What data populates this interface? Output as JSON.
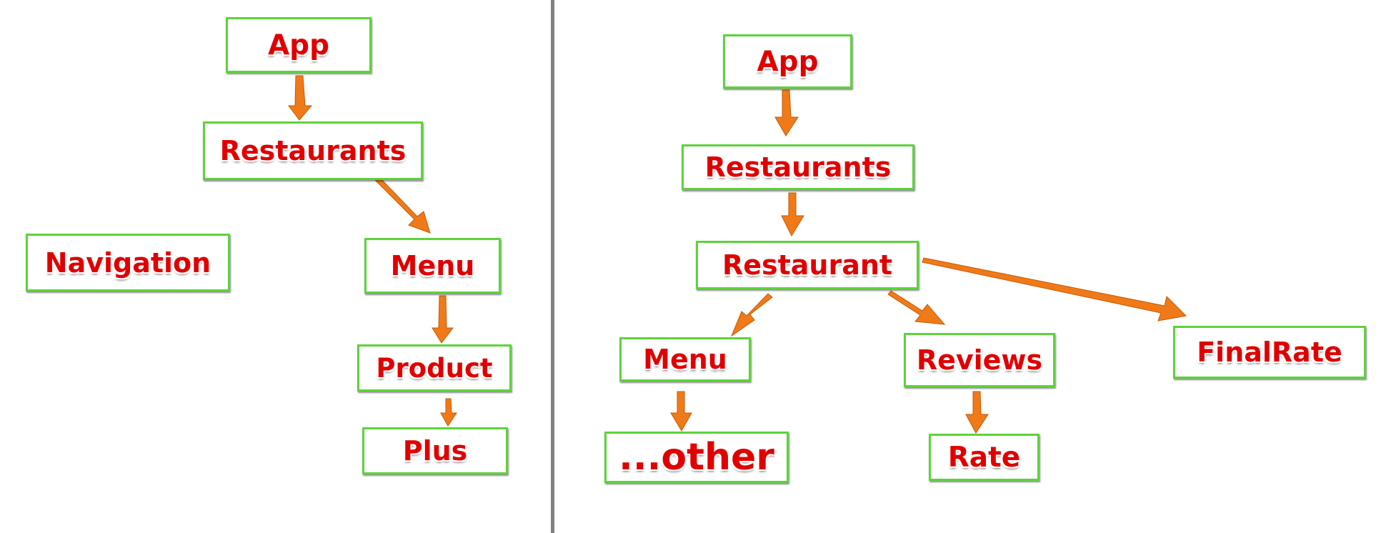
{
  "colors": {
    "box_border": "#5dd33a",
    "label_text": "#e00000",
    "arrow": "#f07a18",
    "divider": "#808080"
  },
  "left_tree": {
    "app": "App",
    "restaurants": "Restaurants",
    "navigation": "Navigation",
    "menu": "Menu",
    "product": "Product",
    "plus": "Plus"
  },
  "right_tree": {
    "app": "App",
    "restaurants": "Restaurants",
    "restaurant": "Restaurant",
    "menu": "Menu",
    "other": "...other",
    "reviews": "Reviews",
    "rate": "Rate",
    "final_rate": "FinalRate"
  },
  "edges": [
    {
      "from": "left-app",
      "to": "left-restaurants"
    },
    {
      "from": "left-restaurants",
      "to": "left-menu"
    },
    {
      "from": "left-menu",
      "to": "left-product"
    },
    {
      "from": "left-product",
      "to": "left-plus"
    },
    {
      "from": "right-app",
      "to": "right-restaurants"
    },
    {
      "from": "right-restaurants",
      "to": "right-restaurant"
    },
    {
      "from": "right-restaurant",
      "to": "right-menu"
    },
    {
      "from": "right-restaurant",
      "to": "right-reviews"
    },
    {
      "from": "right-restaurant",
      "to": "right-final-rate"
    },
    {
      "from": "right-menu",
      "to": "right-other"
    },
    {
      "from": "right-reviews",
      "to": "right-rate"
    }
  ]
}
